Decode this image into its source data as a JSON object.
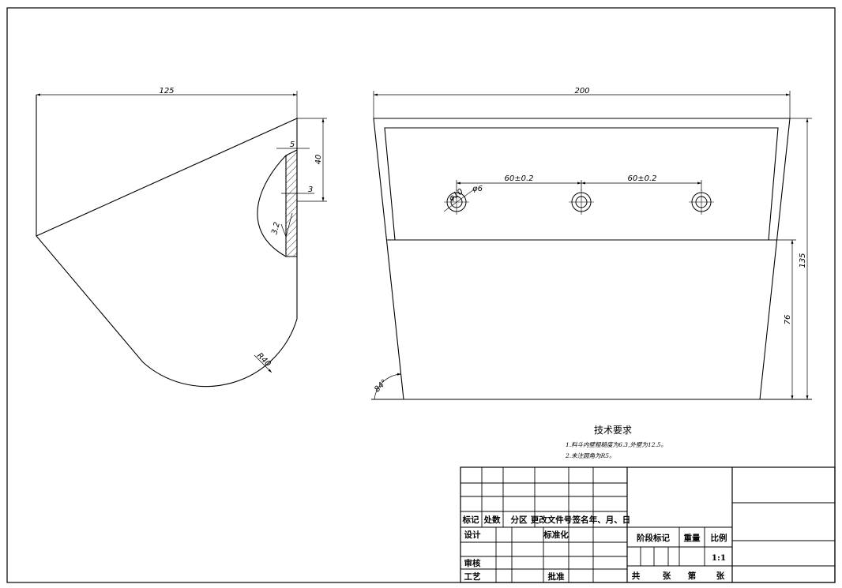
{
  "side_view": {
    "width_dim": "125",
    "height_dim": "40",
    "slot_width_dim": "5",
    "wall_dim": "3",
    "roughness": "3.2",
    "radius_dim": "R40"
  },
  "front_view": {
    "width_dim": "200",
    "hole_pitch_1": "60±0.2",
    "hole_pitch_2": "60±0.2",
    "hole_dia": "φ6",
    "counterbore_dia": "φ10",
    "height_dim": "135",
    "lower_height_dim": "76",
    "angle_dim": "84°"
  },
  "tech_requirements": {
    "title": "技术要求",
    "lines": [
      "1.料斗内壁粗糙度为6.3,外壁为12.5。",
      "2.未注圆角为R5。"
    ]
  },
  "title_block": {
    "header": [
      "标记",
      "处数",
      "分区",
      "更改文件号",
      "签名",
      "年、月、日"
    ],
    "design": "设计",
    "standardization": "标准化",
    "review": "审核",
    "process": "工艺",
    "approve": "批准",
    "stage_mark": "阶段标记",
    "weight": "重量",
    "scale": "比例",
    "scale_value": "1:1",
    "total": "共",
    "sheets": "张",
    "sheet_no": "第",
    "sheets2": "张"
  }
}
